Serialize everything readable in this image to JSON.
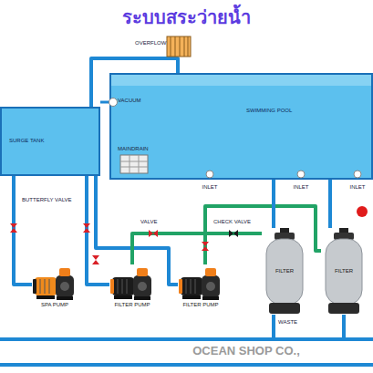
{
  "diagram": {
    "title": "ระบบสระว่ายน้ำ",
    "nodes": [
      {
        "text": [
          "SURGE TANK"
        ]
      },
      {
        "text": [
          "SWIMMING POOL"
        ]
      },
      {
        "text": [
          "SPA PUMP"
        ]
      },
      {
        "text": [
          "FILTER PUMP"
        ]
      },
      {
        "text": [
          "FILTER PUMP"
        ]
      },
      {
        "text": [
          "FILTER"
        ]
      },
      {
        "text": [
          "FILTER"
        ]
      }
    ],
    "edges": [
      {
        "from": 1,
        "to": 0,
        "arrow": "none"
      },
      {
        "from": 0,
        "to": 2,
        "arrow": "none"
      },
      {
        "from": 0,
        "to": 3,
        "arrow": "none"
      },
      {
        "from": 0,
        "to": 4,
        "arrow": "none"
      },
      {
        "from": 3,
        "to": 5,
        "arrow": "none"
      },
      {
        "from": 4,
        "to": 6,
        "arrow": "none"
      },
      {
        "from": 5,
        "to": 1,
        "arrow": "none"
      },
      {
        "from": 6,
        "to": 1,
        "arrow": "none"
      }
    ],
    "labels": [
      "OVERFLOW",
      "VACUUM",
      "MAINDRAIN",
      "INLET",
      "INLET",
      "INLET",
      "BUTTERFLY VALVE",
      "VALVE",
      "CHECK VALVE",
      "WASTE",
      "OCEAN SHOP CO.,"
    ]
  }
}
